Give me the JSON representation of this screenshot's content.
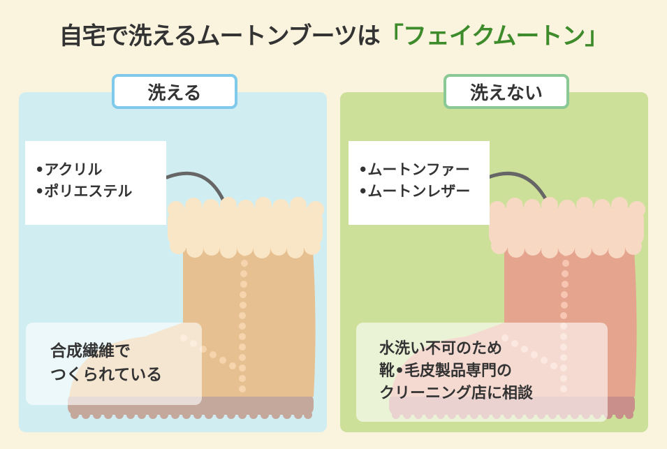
{
  "title": {
    "prefix": "自宅で洗えるムートンブーツは",
    "highlight": "「フェイクムートン」",
    "highlight_color": "#3d8b2a"
  },
  "panels": [
    {
      "label": "洗える",
      "background": "#d0eef1",
      "border_color": "#7fc9eb",
      "materials": [
        "•アクリル",
        "•ポリエステル"
      ],
      "note": [
        "合成繊維で",
        "つくられている"
      ],
      "boot": {
        "body": "#e6c090",
        "fur": "#f9e6c6",
        "sole": "#c4a89c",
        "stitch": "#f6d5ae"
      }
    },
    {
      "label": "洗えない",
      "background": "#cce09a",
      "border_color": "#8ac896",
      "materials": [
        "•ムートンファー",
        "•ムートンレザー"
      ],
      "note": [
        "水洗い不可のため",
        "靴•毛皮製品専門の",
        "クリーニング店に相談"
      ],
      "boot": {
        "body": "#e5a48e",
        "fur": "#f7d8c3",
        "sole": "#c98f8a",
        "stitch": "#f6c6b2"
      }
    }
  ]
}
